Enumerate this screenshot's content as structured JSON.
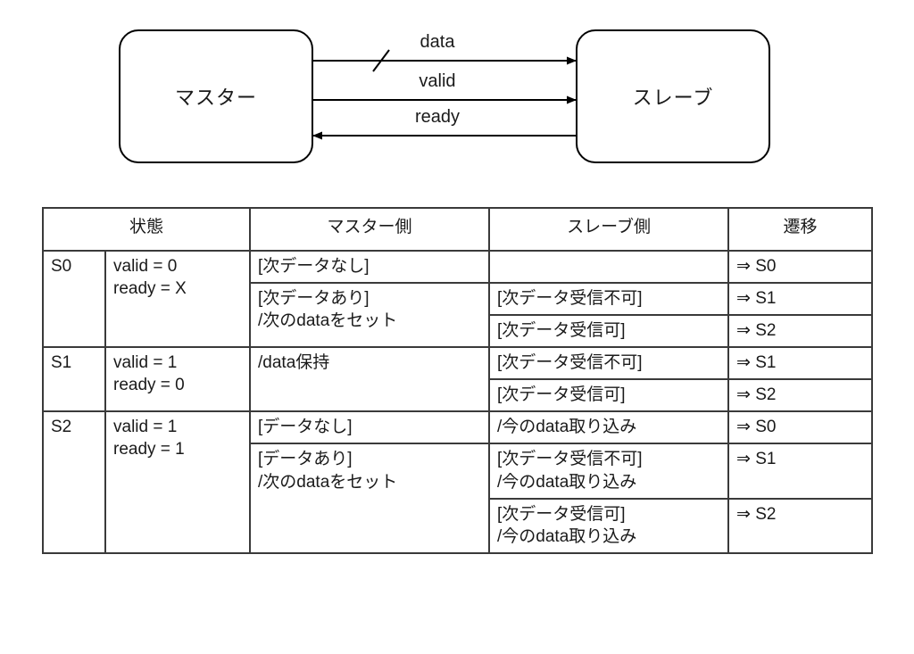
{
  "diagram": {
    "master_label": "マスター",
    "slave_label": "スレーブ",
    "signals": [
      {
        "name": "data",
        "direction": "master-to-slave",
        "bus": true
      },
      {
        "name": "valid",
        "direction": "master-to-slave",
        "bus": false
      },
      {
        "name": "ready",
        "direction": "slave-to-master",
        "bus": false
      }
    ]
  },
  "table": {
    "headers": {
      "state": "状態",
      "master_side": "マスター側",
      "slave_side": "スレーブ側",
      "transition": "遷移"
    },
    "states": [
      {
        "name": "S0",
        "signals": [
          "valid = 0",
          "ready = X"
        ],
        "rows": [
          {
            "master": [
              "[次データなし]"
            ],
            "slave": [],
            "transition": "⇒ S0"
          },
          {
            "master": [
              "[次データあり]",
              "/次のdataをセット"
            ],
            "slave": [
              "[次データ受信不可]"
            ],
            "transition": "⇒ S1"
          },
          {
            "master": [],
            "slave": [
              "[次データ受信可]"
            ],
            "transition": "⇒ S2"
          }
        ]
      },
      {
        "name": "S1",
        "signals": [
          "valid = 1",
          "ready = 0"
        ],
        "rows": [
          {
            "master": [
              "/data保持"
            ],
            "slave": [
              "[次データ受信不可]"
            ],
            "transition": "⇒ S1"
          },
          {
            "master": [],
            "slave": [
              "[次データ受信可]"
            ],
            "transition": "⇒ S2"
          }
        ]
      },
      {
        "name": "S2",
        "signals": [
          "valid = 1",
          "ready = 1"
        ],
        "rows": [
          {
            "master": [
              "[データなし]"
            ],
            "slave": [
              "/今のdata取り込み"
            ],
            "transition": "⇒ S0"
          },
          {
            "master": [
              "[データあり]",
              "/次のdataをセット"
            ],
            "slave": [
              "[次データ受信不可]",
              "/今のdata取り込み"
            ],
            "transition": "⇒ S1"
          },
          {
            "master": [],
            "slave": [
              "[次データ受信可]",
              "/今のdata取り込み"
            ],
            "transition": "⇒ S2"
          }
        ]
      }
    ]
  },
  "colors": {
    "line": "#000000",
    "table_border": "#3a3a3a",
    "text": "#1a1a1a",
    "background": "#ffffff"
  }
}
